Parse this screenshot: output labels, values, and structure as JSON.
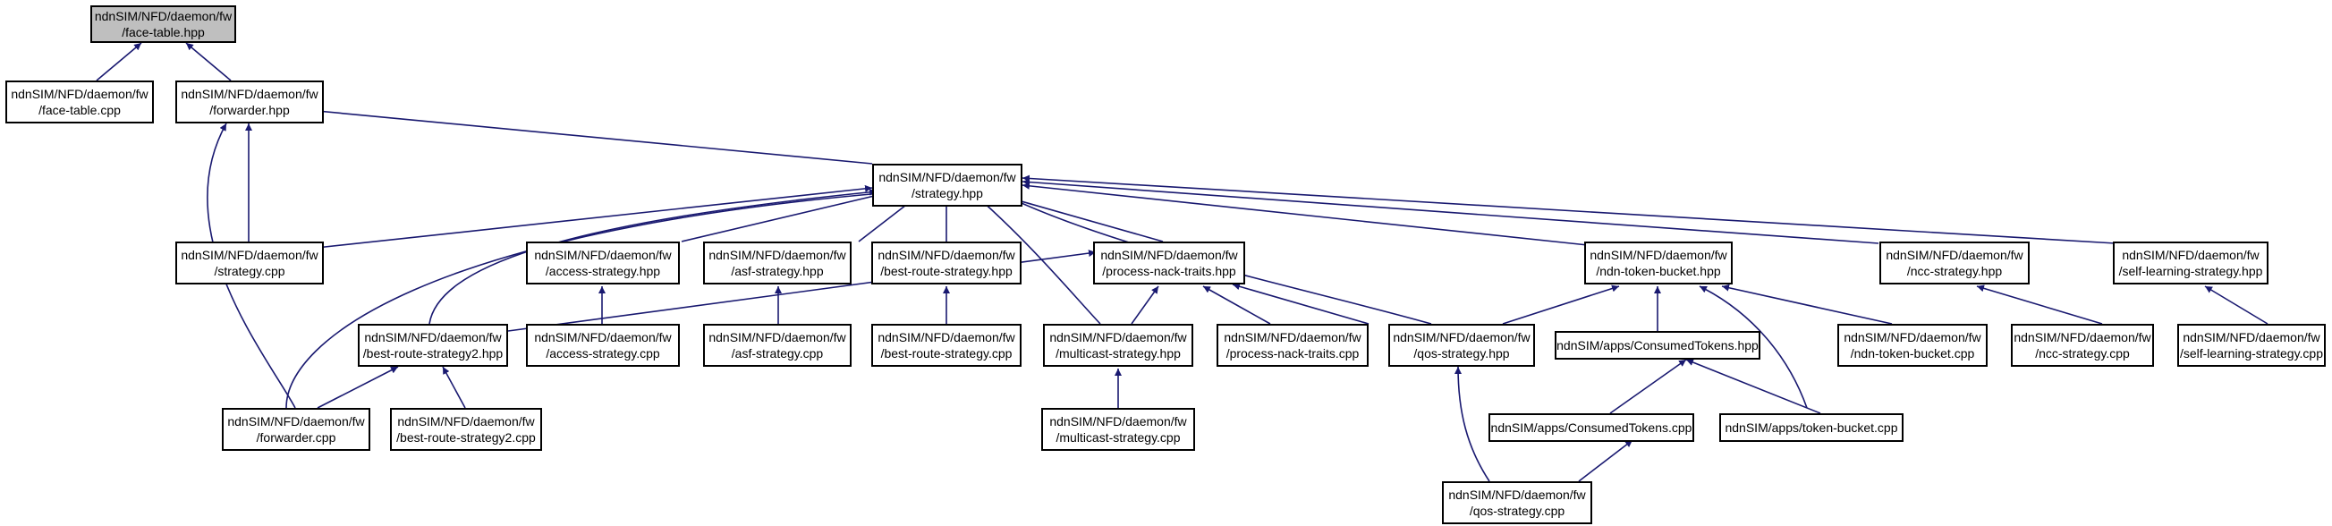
{
  "colors": {
    "edge": "#191970",
    "root_fill": "#bfbfbf",
    "node_border": "#000000"
  },
  "nodes": {
    "face_table_hpp": {
      "line1": "ndnSIM/NFD/daemon/fw",
      "line2": "/face-table.hpp"
    },
    "face_table_cpp": {
      "line1": "ndnSIM/NFD/daemon/fw",
      "line2": "/face-table.cpp"
    },
    "forwarder_hpp": {
      "line1": "ndnSIM/NFD/daemon/fw",
      "line2": "/forwarder.hpp"
    },
    "strategy_hpp": {
      "line1": "ndnSIM/NFD/daemon/fw",
      "line2": "/strategy.hpp"
    },
    "strategy_cpp": {
      "line1": "ndnSIM/NFD/daemon/fw",
      "line2": "/strategy.cpp"
    },
    "access_strategy_hpp": {
      "line1": "ndnSIM/NFD/daemon/fw",
      "line2": "/access-strategy.hpp"
    },
    "asf_strategy_hpp": {
      "line1": "ndnSIM/NFD/daemon/fw",
      "line2": "/asf-strategy.hpp"
    },
    "best_route_strategy_hpp": {
      "line1": "ndnSIM/NFD/daemon/fw",
      "line2": "/best-route-strategy.hpp"
    },
    "process_nack_traits_hpp": {
      "line1": "ndnSIM/NFD/daemon/fw",
      "line2": "/process-nack-traits.hpp"
    },
    "ndn_token_bucket_hpp": {
      "line1": "ndnSIM/NFD/daemon/fw",
      "line2": "/ndn-token-bucket.hpp"
    },
    "ncc_strategy_hpp": {
      "line1": "ndnSIM/NFD/daemon/fw",
      "line2": "/ncc-strategy.hpp"
    },
    "self_learning_strategy_hpp": {
      "line1": "ndnSIM/NFD/daemon/fw",
      "line2": "/self-learning-strategy.hpp"
    },
    "best_route_strategy2_hpp": {
      "line1": "ndnSIM/NFD/daemon/fw",
      "line2": "/best-route-strategy2.hpp"
    },
    "access_strategy_cpp": {
      "line1": "ndnSIM/NFD/daemon/fw",
      "line2": "/access-strategy.cpp"
    },
    "asf_strategy_cpp": {
      "line1": "ndnSIM/NFD/daemon/fw",
      "line2": "/asf-strategy.cpp"
    },
    "best_route_strategy_cpp": {
      "line1": "ndnSIM/NFD/daemon/fw",
      "line2": "/best-route-strategy.cpp"
    },
    "multicast_strategy_hpp": {
      "line1": "ndnSIM/NFD/daemon/fw",
      "line2": "/multicast-strategy.hpp"
    },
    "process_nack_traits_cpp": {
      "line1": "ndnSIM/NFD/daemon/fw",
      "line2": "/process-nack-traits.cpp"
    },
    "qos_strategy_hpp": {
      "line1": "ndnSIM/NFD/daemon/fw",
      "line2": "/qos-strategy.hpp"
    },
    "consumed_tokens_hpp": {
      "line1": "ndnSIM/apps/ConsumedTokens.hpp"
    },
    "ndn_token_bucket_cpp": {
      "line1": "ndnSIM/NFD/daemon/fw",
      "line2": "/ndn-token-bucket.cpp"
    },
    "ncc_strategy_cpp": {
      "line1": "ndnSIM/NFD/daemon/fw",
      "line2": "/ncc-strategy.cpp"
    },
    "self_learning_strategy_cpp": {
      "line1": "ndnSIM/NFD/daemon/fw",
      "line2": "/self-learning-strategy.cpp"
    },
    "forwarder_cpp": {
      "line1": "ndnSIM/NFD/daemon/fw",
      "line2": "/forwarder.cpp"
    },
    "best_route_strategy2_cpp": {
      "line1": "ndnSIM/NFD/daemon/fw",
      "line2": "/best-route-strategy2.cpp"
    },
    "multicast_strategy_cpp": {
      "line1": "ndnSIM/NFD/daemon/fw",
      "line2": "/multicast-strategy.cpp"
    },
    "consumed_tokens_cpp": {
      "line1": "ndnSIM/apps/ConsumedTokens.cpp"
    },
    "token_bucket_cpp": {
      "line1": "ndnSIM/apps/token-bucket.cpp"
    },
    "qos_strategy_cpp": {
      "line1": "ndnSIM/NFD/daemon/fw",
      "line2": "/qos-strategy.cpp"
    }
  }
}
